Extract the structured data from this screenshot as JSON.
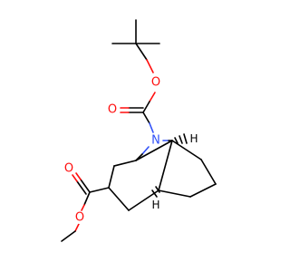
{
  "molecule": {
    "atom_labels": {
      "O_boc_ether": "O",
      "O_boc_carbonyl": "O",
      "N_bridge": "N",
      "O_ester_carbonyl": "O",
      "O_ester_ether": "O",
      "H_top": "H",
      "H_bottom": "H"
    },
    "colors": {
      "carbon": "#000000",
      "oxygen": "#ff0d0d",
      "nitrogen": "#3050f8"
    }
  }
}
